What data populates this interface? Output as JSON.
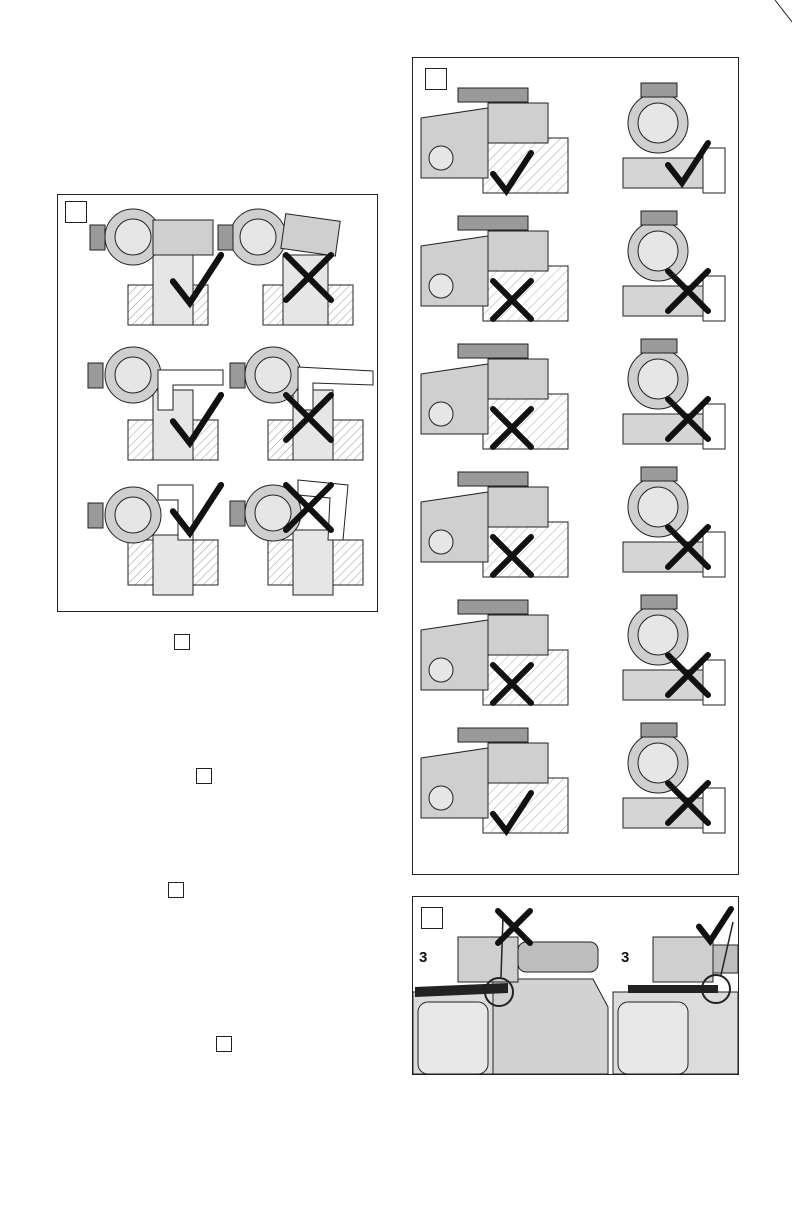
{
  "page": {
    "text_column_markers": 4
  },
  "figure_left": {
    "rows": [
      {
        "left_mark": "check",
        "right_mark": "cross"
      },
      {
        "left_mark": "check",
        "right_mark": "cross"
      },
      {
        "left_mark": "check",
        "right_mark": "cross"
      }
    ]
  },
  "figure_right_top": {
    "rows": [
      {
        "left_mark": "check",
        "right_mark": "check"
      },
      {
        "left_mark": "cross",
        "right_mark": "cross"
      },
      {
        "left_mark": "cross",
        "right_mark": "cross"
      },
      {
        "left_mark": "cross",
        "right_mark": "cross"
      },
      {
        "left_mark": "cross",
        "right_mark": "cross"
      },
      {
        "left_mark": "check",
        "right_mark": "cross"
      }
    ]
  },
  "figure_right_bottom": {
    "left_label": "3",
    "right_label": "3",
    "left_mark": "cross",
    "right_mark": "check"
  },
  "colors": {
    "line": "#222222",
    "tool_fill": "#cfcfcf",
    "tool_dark": "#9a9a9a",
    "background": "#ffffff"
  }
}
